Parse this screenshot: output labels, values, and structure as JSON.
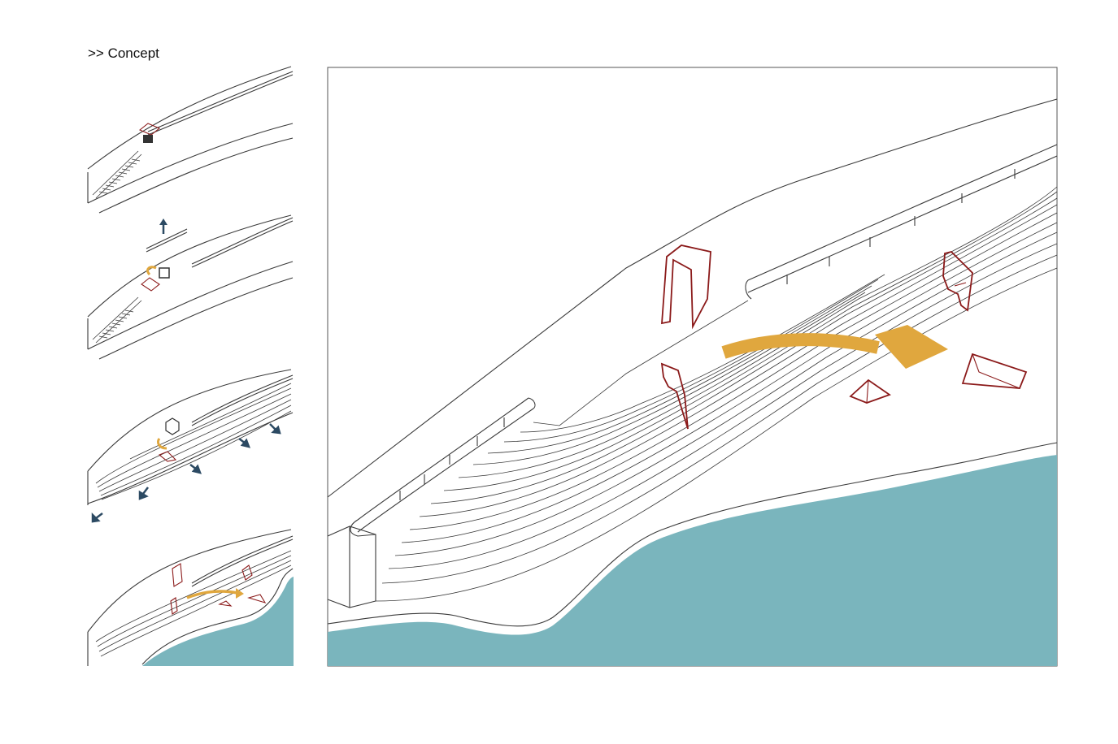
{
  "header": {
    "title": ">> Concept"
  },
  "colors": {
    "water": "#7ab5bd",
    "arrow": "#e0a73e",
    "pavilion": "#8b1a1a",
    "move_arrow": "#2c4a63",
    "line": "#3a3a3a"
  },
  "panels": [
    {
      "name": "step-1",
      "icon": "viewing-tower"
    },
    {
      "name": "step-2",
      "icon": "railing-lifted"
    },
    {
      "name": "step-3",
      "icon": "steps-expanded"
    },
    {
      "name": "step-4",
      "icon": "pavilions-and-water"
    }
  ]
}
